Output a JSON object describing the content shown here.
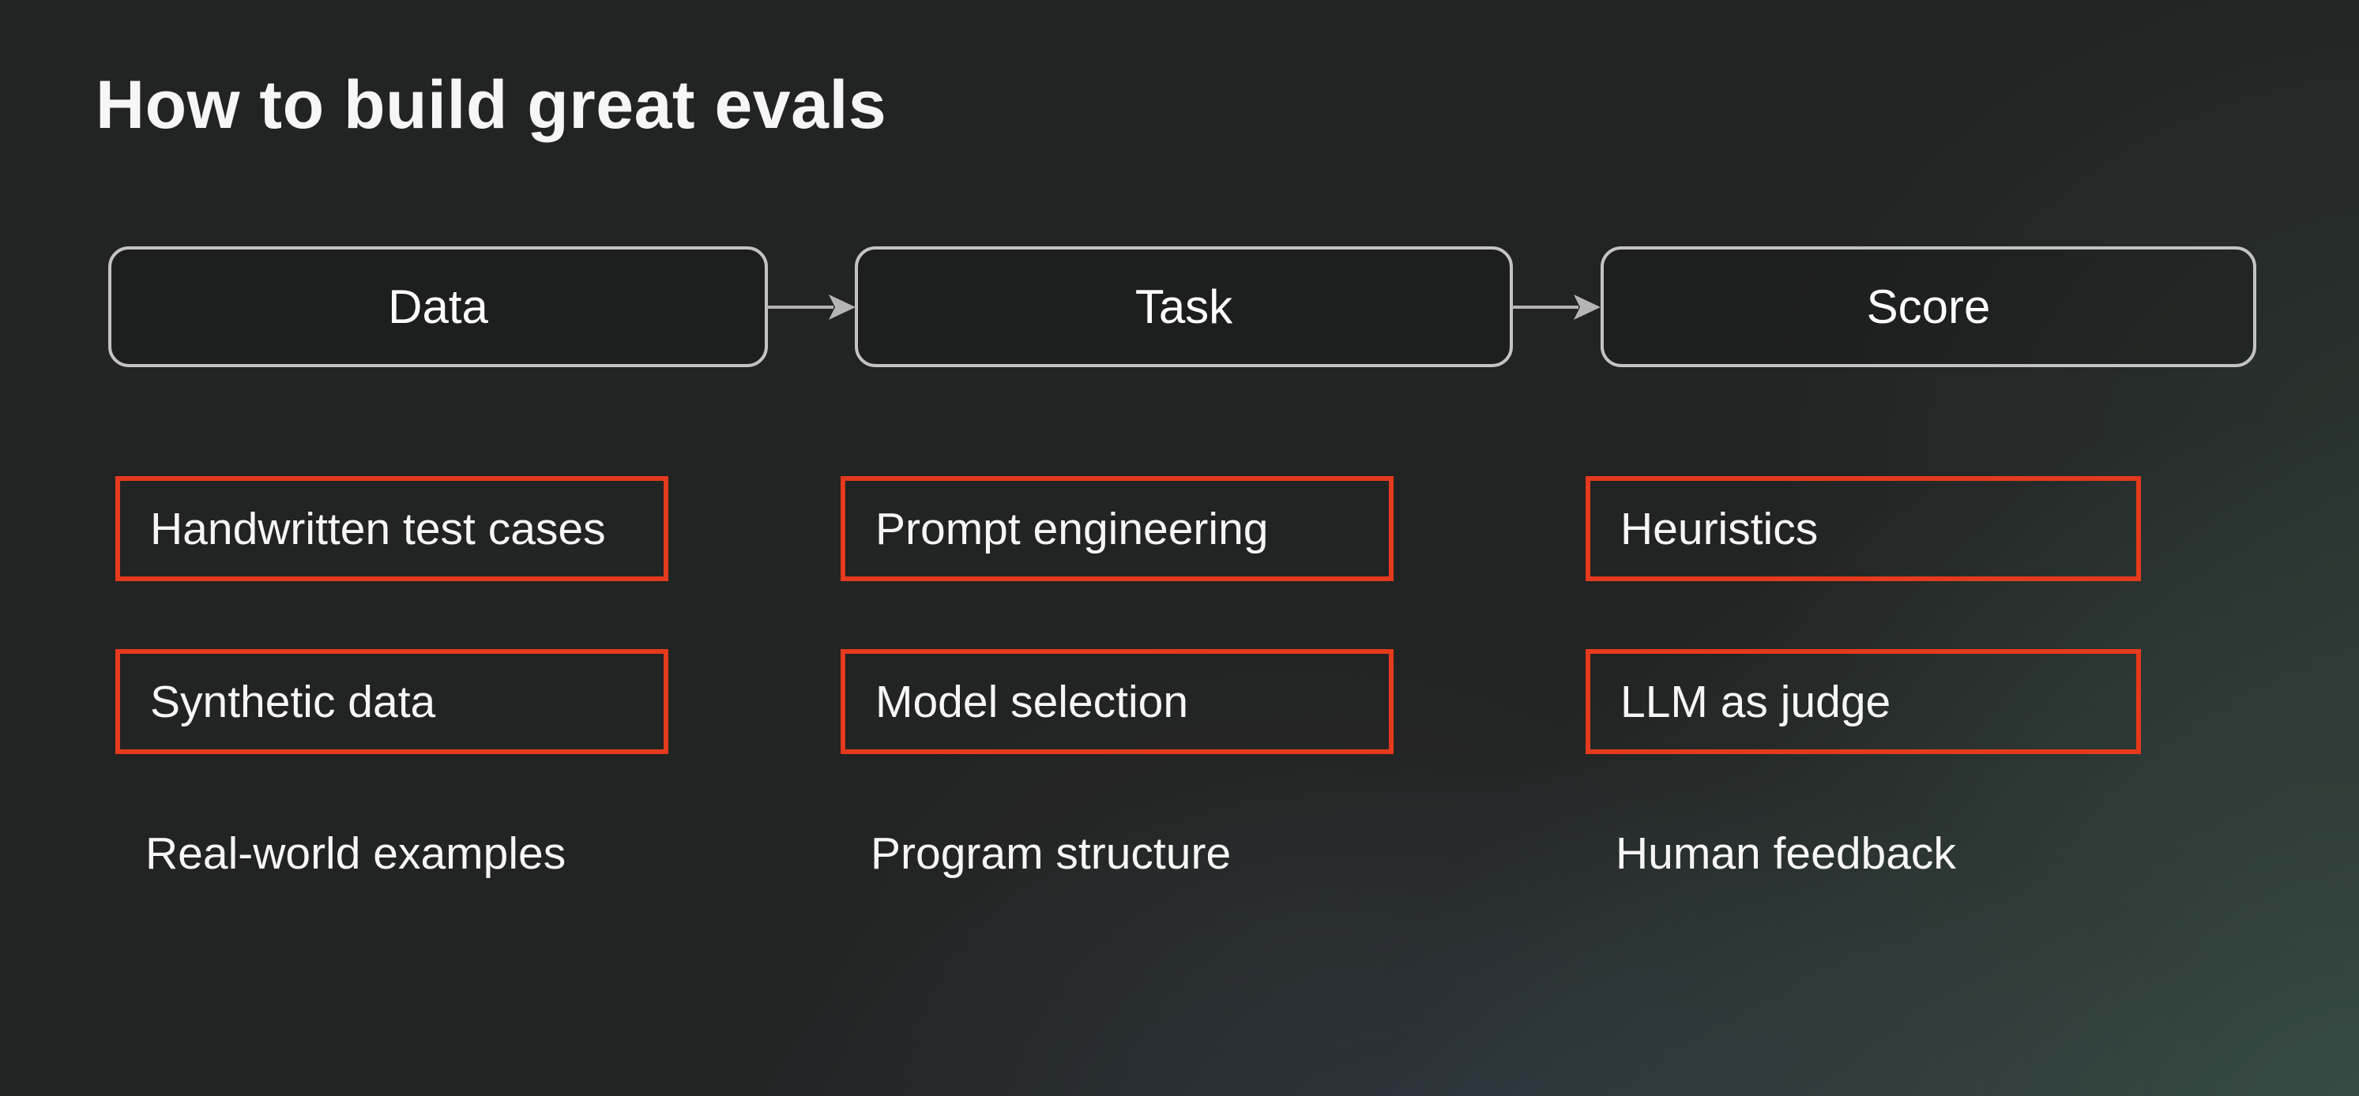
{
  "slide": {
    "title": "How to build great evals"
  },
  "flow": {
    "stages": [
      {
        "label": "Data"
      },
      {
        "label": "Task"
      },
      {
        "label": "Score"
      }
    ],
    "connector_icon": "arrow-right"
  },
  "columns": [
    {
      "stage": "Data",
      "highlighted_items": [
        "Handwritten test cases",
        "Synthetic data"
      ],
      "plain_item": "Real-world examples"
    },
    {
      "stage": "Task",
      "highlighted_items": [
        "Prompt engineering",
        "Model selection"
      ],
      "plain_item": "Program structure"
    },
    {
      "stage": "Score",
      "highlighted_items": [
        "Heuristics",
        "LLM as judge"
      ],
      "plain_item": "Human feedback"
    }
  ],
  "colors": {
    "background": "#222323",
    "background_teal_glow": "#4a7062",
    "background_slate_glow": "#3e546c",
    "stage_box_border": "#c3c3c3",
    "highlight_border": "#e43a1d",
    "arrow": "#b5b5b5",
    "text": "#f6f6f6"
  }
}
